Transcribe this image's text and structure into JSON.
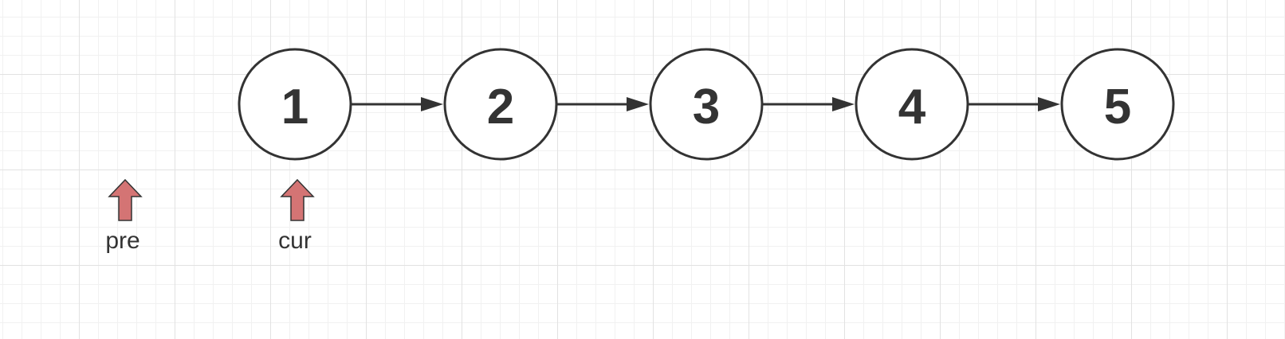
{
  "diagram": {
    "nodes": [
      "1",
      "2",
      "3",
      "4",
      "5"
    ],
    "pointers": [
      {
        "label": "pre",
        "target": "before-1"
      },
      {
        "label": "cur",
        "target": "1"
      }
    ]
  }
}
